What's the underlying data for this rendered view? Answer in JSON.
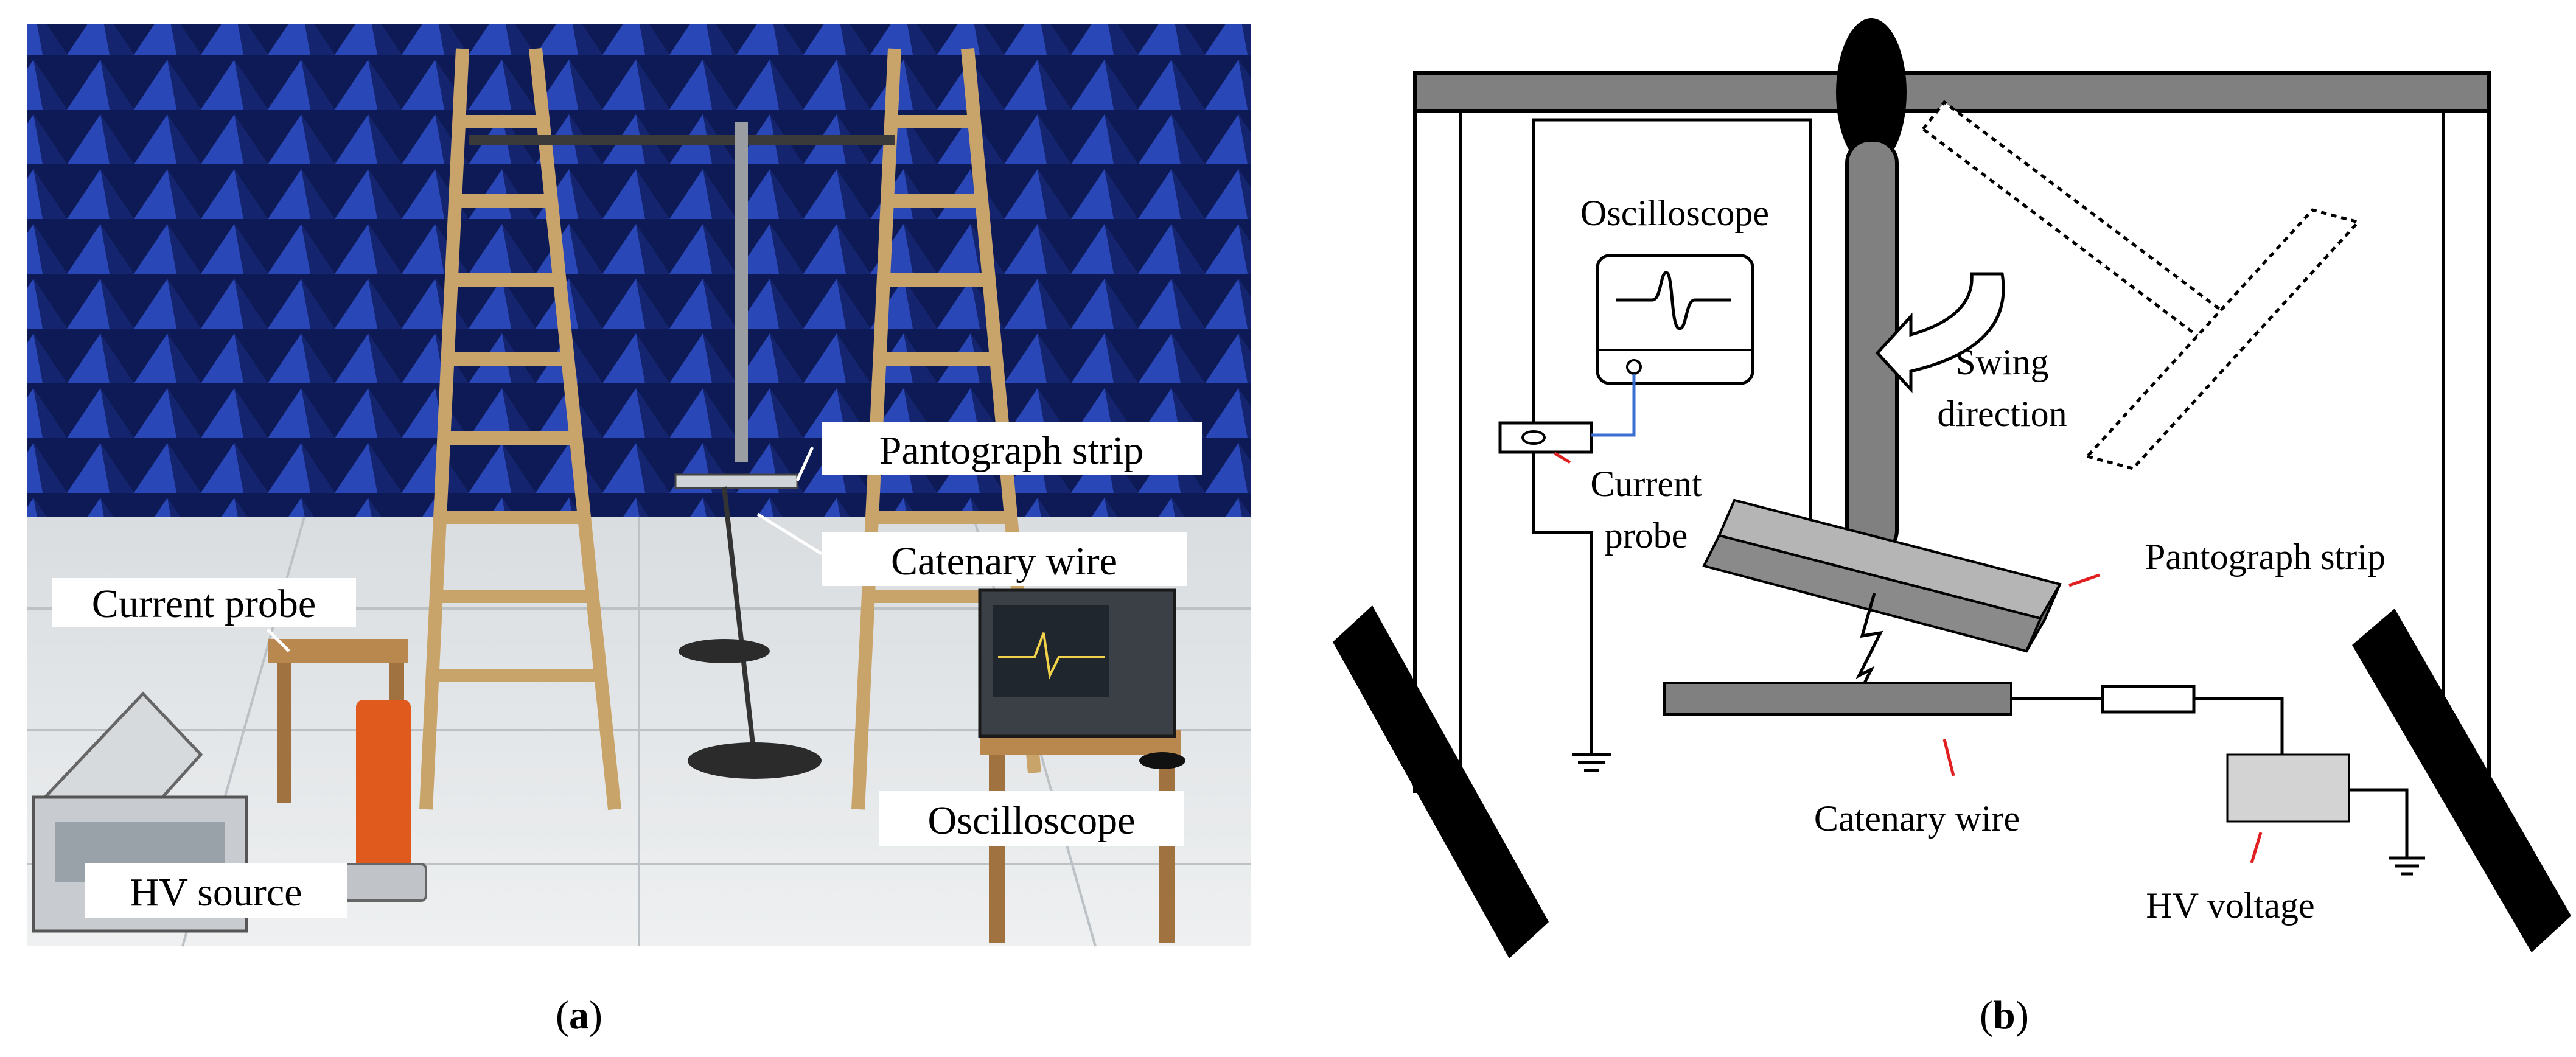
{
  "panel_a": {
    "caption": "a",
    "labels": {
      "pantograph_strip": "Pantograph strip",
      "catenary_wire": "Catenary wire",
      "current_probe": "Current probe",
      "oscilloscope": "Oscilloscope",
      "hv_source": "HV source"
    }
  },
  "panel_b": {
    "caption": "b",
    "labels": {
      "oscilloscope": "Oscilloscope",
      "swing_line1": "Swing",
      "swing_line2": "direction",
      "current_line1": "Current",
      "probe_line2": "probe",
      "pantograph_strip": "Pantograph strip",
      "catenary_wire": "Catenary wire",
      "hv_voltage": "HV voltage"
    }
  },
  "colors": {
    "absorber_blue": "#1b2f8a",
    "wood": "#c9a46a",
    "hv_orange": "#e05a1e",
    "probe_lead": "#3a6fd0",
    "marker_red": "#e02020",
    "frame_gray": "#808080"
  }
}
